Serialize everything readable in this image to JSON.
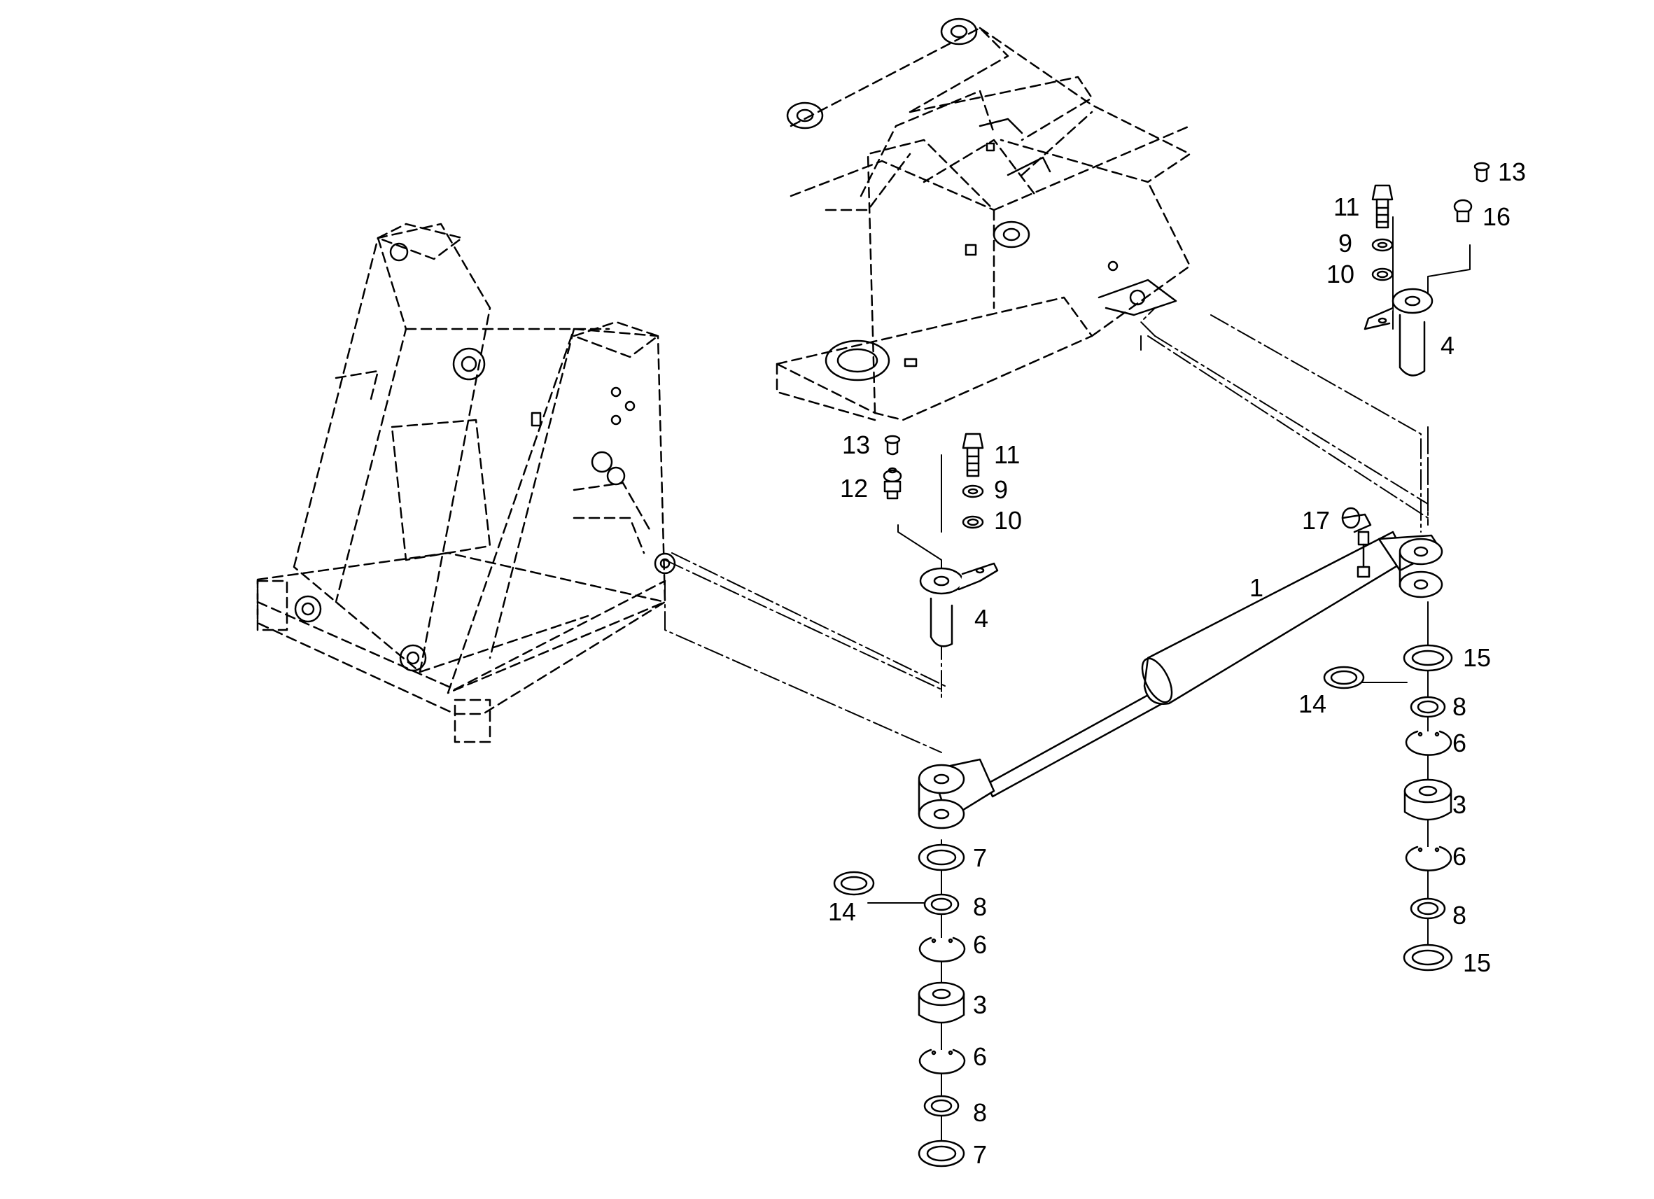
{
  "colors": {
    "line": "#000000",
    "background": "#ffffff",
    "shade": "#d8d8d8"
  },
  "callouts": {
    "cylinder": "1",
    "bushing_lower": "3",
    "bushing_right": "3",
    "pin_left": "4",
    "pin_right": "4",
    "circlip_lower_a": "6",
    "circlip_lower_b": "6",
    "circlip_right_a": "6",
    "circlip_right_b": "6",
    "washer_7_top": "7",
    "washer_7_bottom": "7",
    "washer_8_lower_a": "8",
    "washer_8_lower_b": "8",
    "washer_8_right_a": "8",
    "washer_8_right_b": "8",
    "washer_9_left": "9",
    "washer_9_right": "9",
    "lockwasher_10_left": "10",
    "lockwasher_10_right": "10",
    "bolt_11_left": "11",
    "bolt_11_right": "11",
    "fitting_12": "12",
    "cap_13_left": "13",
    "cap_13_right": "13",
    "shim_14_left": "14",
    "shim_14_right": "14",
    "washer_15_top": "15",
    "washer_15_bottom": "15",
    "fitting_16": "16",
    "elbow_17": "17"
  }
}
